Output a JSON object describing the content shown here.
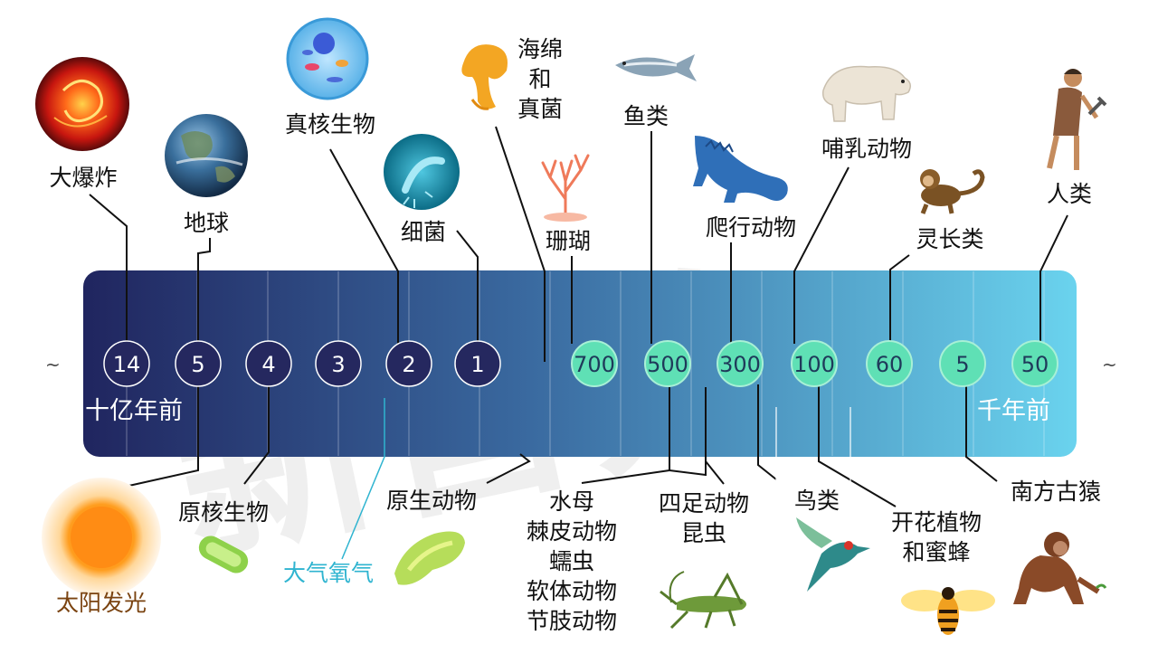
{
  "units": {
    "left": "十亿年前",
    "right": "千年前"
  },
  "tilde": "~",
  "markers_left": [
    "14",
    "5",
    "4",
    "3",
    "2",
    "1"
  ],
  "markers_right": [
    "700",
    "500",
    "300",
    "100",
    "60",
    "5",
    "50"
  ],
  "top_labels": {
    "big_bang": "大爆炸",
    "earth": "地球",
    "eukaryote": "真核生物",
    "bacteria": "细菌",
    "sponge": [
      "海绵",
      "和",
      "真菌"
    ],
    "coral": "珊瑚",
    "fish": "鱼类",
    "reptile": "爬行动物",
    "mammal": "哺乳动物",
    "primate": "灵长类",
    "human": "人类"
  },
  "bottom_labels": {
    "sun": "太阳发光",
    "prokaryote": "原核生物",
    "oxygen": "大气氧气",
    "protozoa": "原生动物",
    "invertebrates": [
      "水母",
      "棘皮动物",
      "蠕虫",
      "软体动物",
      "节肢动物"
    ],
    "tetrapod": [
      "四足动物",
      "昆虫"
    ],
    "bird": "鸟类",
    "flower": [
      "开花植物",
      "和蜜蜂"
    ],
    "australopith": "南方古猿"
  },
  "colors": {
    "bar_start": "#20255f",
    "bar_end": "#6ad3ee",
    "marker_dark": "#25285f",
    "marker_mint": "#5fe0b5",
    "sun_text": "#7a4310",
    "oxygen_text": "#2fb4d0"
  }
}
